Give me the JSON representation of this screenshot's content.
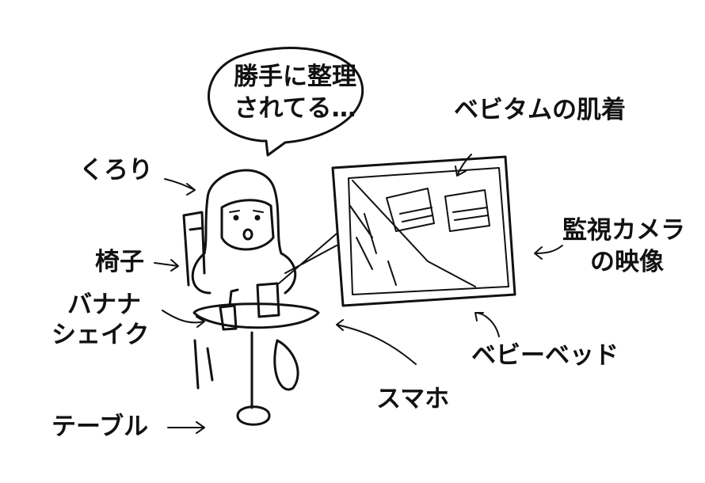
{
  "speech_bubble": {
    "line1": "勝手に整理",
    "line2": "されてる…"
  },
  "labels": {
    "baby_clothes": "ベビタムの肌着",
    "kurori": "くろり",
    "chair": "椅子",
    "banana_shake_line1": "バナナ",
    "banana_shake_line2": "シェイク",
    "camera_line1": "監視カメラ",
    "camera_line2": "の映像",
    "baby_bed": "ベビーベッド",
    "smartphone": "スマホ",
    "table": "テーブル"
  }
}
